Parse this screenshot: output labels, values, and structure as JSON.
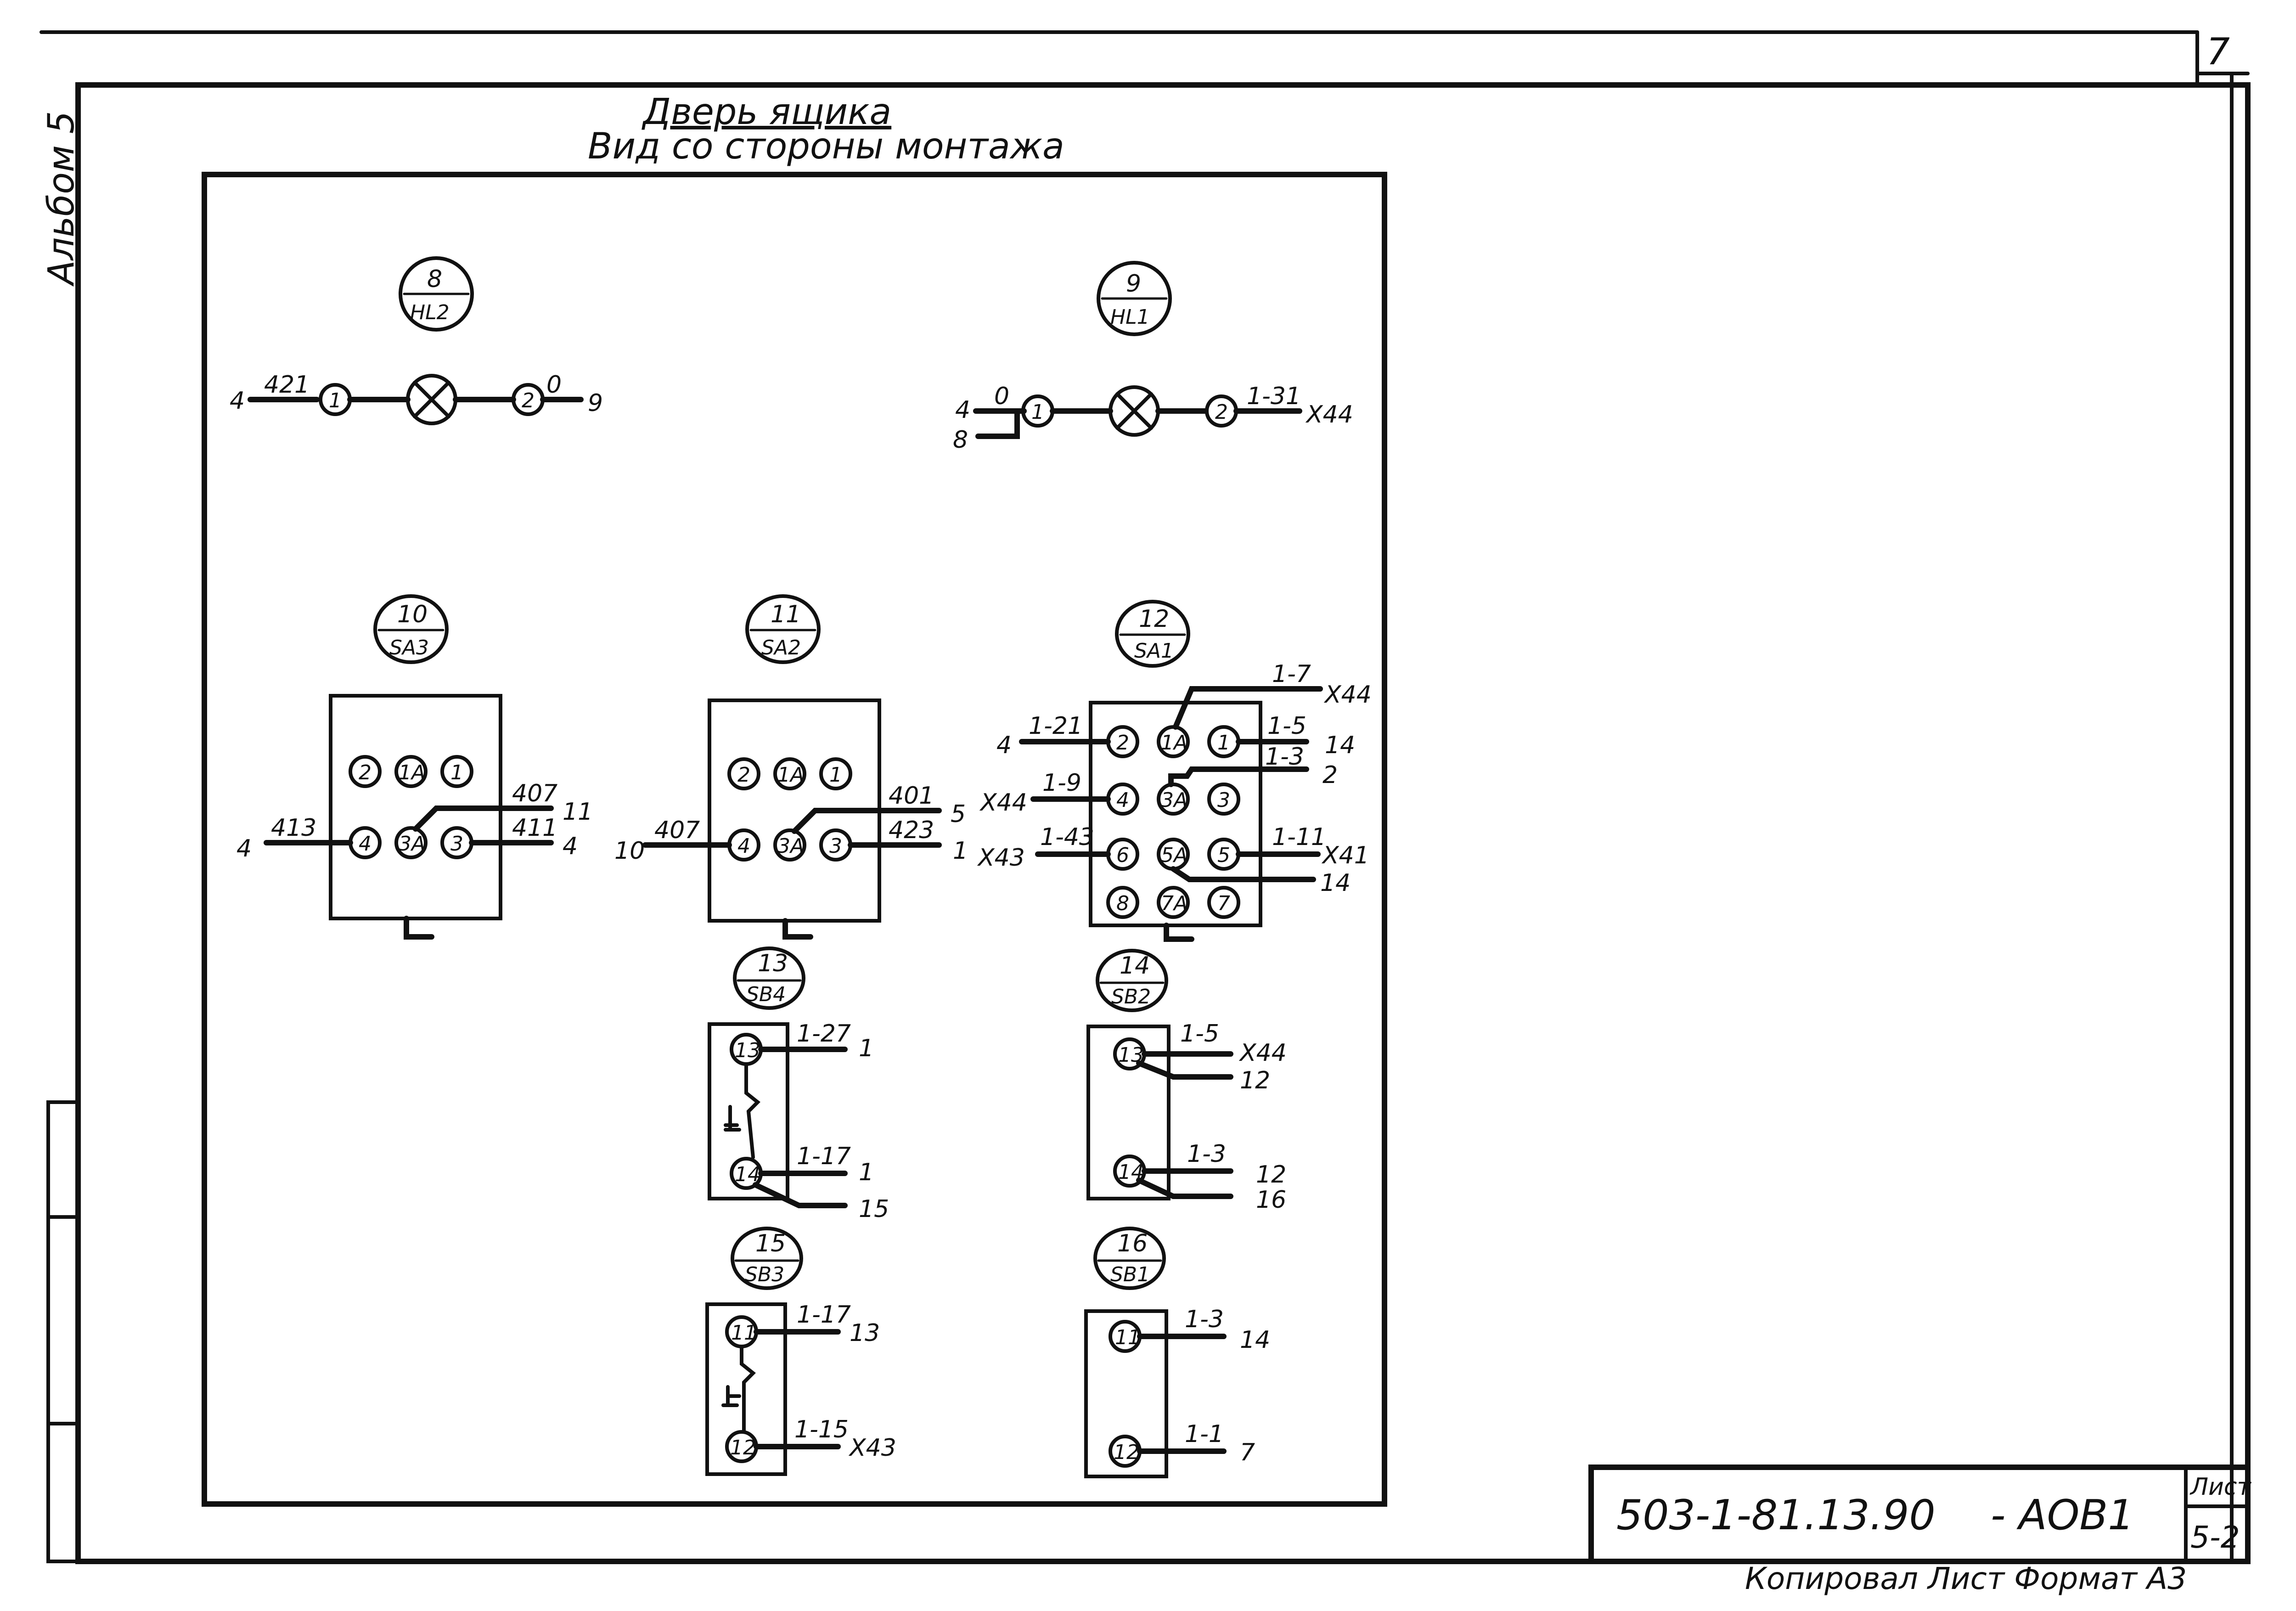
{
  "page_number": "7",
  "album_label": "Альбом 5",
  "title": "Дверь ящика",
  "subtitle": "Вид со стороны монтажа",
  "title_block": {
    "document_code": "503-1-81.13.90",
    "document_mark": "- АОВ1",
    "sheet_label": "Лист",
    "sheet_number": "5-2",
    "footer": "Копировал   Лист   Формат А3"
  },
  "components": {
    "hl2": {
      "id": "8",
      "ref": "HL2",
      "left_terminal": "1",
      "right_terminal": "2",
      "left_wire": "421",
      "left_dest": "4",
      "right_wire": "0",
      "right_dest": "9"
    },
    "hl1": {
      "id": "9",
      "ref": "HL1",
      "left_terminal": "1",
      "right_terminal": "2",
      "left_wire": "0",
      "left_dest_a": "4",
      "left_dest_b": "8",
      "right_wire": "1-31",
      "right_dest": "X44"
    },
    "sa3": {
      "id": "10",
      "ref": "SA3",
      "terminals": [
        "2",
        "1А",
        "1",
        "4",
        "3А",
        "3"
      ],
      "wire_4": "413",
      "dest_4": "4",
      "wire_3A": "407",
      "dest_3A": "11",
      "wire_3": "411",
      "dest_3": "4"
    },
    "sa2": {
      "id": "11",
      "ref": "SA2",
      "terminals": [
        "2",
        "1А",
        "1",
        "4",
        "3А",
        "3"
      ],
      "wire_4": "407",
      "dest_4": "10",
      "wire_3A": "401",
      "dest_3A": "5",
      "wire_3": "423",
      "dest_3": "1"
    },
    "sa1": {
      "id": "12",
      "ref": "SA1",
      "terminals": [
        "2",
        "1А",
        "1",
        "4",
        "3А",
        "3",
        "6",
        "5А",
        "5",
        "8",
        "7А",
        "7"
      ],
      "wire_1A": "1-7",
      "dest_1A": "X44",
      "wire_2": "1-21",
      "dest_2": "4",
      "wire_1": "1-5",
      "dest_1": "14",
      "wire_3A": "1-3",
      "dest_3A": "2",
      "wire_4": "1-9",
      "dest_4": "X44",
      "wire_6": "1-43",
      "dest_6": "X43",
      "wire_5": "1-11",
      "dest_5": "X41",
      "dest_5A": "14"
    },
    "sb4": {
      "id": "13",
      "ref": "SB4",
      "top_terminal": "13",
      "bottom_terminal": "14",
      "top_wire": "1-27",
      "top_dest": "1",
      "bottom_wire": "1-17",
      "bottom_dest": "1",
      "bottom_dest_b": "15"
    },
    "sb2": {
      "id": "14",
      "ref": "SB2",
      "top_terminal": "13",
      "bottom_terminal": "14",
      "top_wire": "1-5",
      "top_dest": "X44",
      "top_dest_b": "12",
      "bottom_wire": "1-3",
      "bottom_dest": "12",
      "bottom_dest_b": "16"
    },
    "sb3": {
      "id": "15",
      "ref": "SB3",
      "top_terminal": "11",
      "bottom_terminal": "12",
      "top_wire": "1-17",
      "top_dest": "13",
      "bottom_wire": "1-15",
      "bottom_dest": "X43"
    },
    "sb1": {
      "id": "16",
      "ref": "SB1",
      "top_terminal": "11",
      "bottom_terminal": "12",
      "top_wire": "1-3",
      "top_dest": "14",
      "bottom_wire": "1-1",
      "bottom_dest": "7"
    }
  }
}
